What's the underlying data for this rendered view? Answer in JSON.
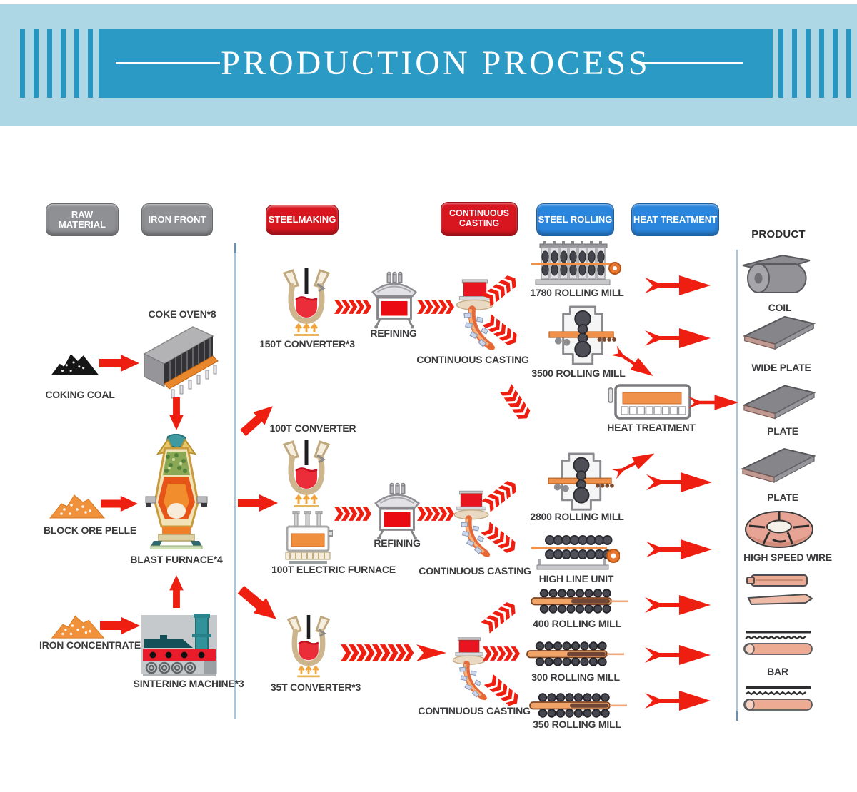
{
  "header": {
    "title": "PRODUCTION PROCESS"
  },
  "stages": [
    {
      "label": "RAW MATERIAL",
      "color": "#8f9094"
    },
    {
      "label": "IRON FRONT",
      "color": "#8f9094"
    },
    {
      "label": "STEELMAKING",
      "color": "#d8161f"
    },
    {
      "label": "CONTINUOUS CASTING",
      "color": "#d8161f"
    },
    {
      "label": "STEEL ROLLING",
      "color": "#2a85dd"
    },
    {
      "label": "HEAT TREATMENT",
      "color": "#2a85dd"
    }
  ],
  "product_column": {
    "header": "PRODUCT",
    "items": [
      "COIL",
      "WIDE PLATE",
      "PLATE",
      "PLATE",
      "HIGH SPEED WIRE",
      "BAR"
    ]
  },
  "nodes": {
    "coke_oven": "COKE OVEN*8",
    "coking_coal": "COKING COAL",
    "block_ore_pelle": "BLOCK ORE PELLE",
    "blast_furnace": "BLAST FURNACE*4",
    "iron_concentrate": "IRON CONCENTRATE",
    "sintering_machine": "SINTERING MACHINE*3",
    "converter_150t": "150T CONVERTER*3",
    "refining_top": "REFINING",
    "continuous_casting_top": "CONTINUOUS CASTING",
    "converter_100t": "100T CONVERTER",
    "electric_furnace_100t": "100T ELECTRIC FURNACE",
    "refining_mid": "REFINING",
    "continuous_casting_mid": "CONTINUOUS CASTING",
    "converter_35t": "35T CONVERTER*3",
    "continuous_casting_bottom": "CONTINUOUS CASTING",
    "rolling_mill_1780": "1780 ROLLING MILL",
    "rolling_mill_3500": "3500 ROLLING MILL",
    "heat_treatment": "HEAT TREATMENT",
    "rolling_mill_2800": "2800 ROLLING MILL",
    "high_line_unit": "HIGH LINE UNIT",
    "rolling_mill_400": "400 ROLLING MILL",
    "rolling_mill_300": "300 ROLLING MILL",
    "rolling_mill_350": "350 ROLLING MILL"
  },
  "colors": {
    "header_band": "#2b9ac4",
    "header_light": "#aed7e6",
    "arrow_red": "#ee1f10",
    "stage_gray": "#8f9094",
    "stage_red": "#d8161f",
    "stage_blue": "#2a85dd",
    "divider": "#a9c6da",
    "accent_orange": "#ef914a"
  },
  "icons": [
    "coal-pile",
    "ore-pile",
    "coke-oven",
    "blast-furnace",
    "sintering-machine",
    "converter",
    "refining-unit",
    "continuous-caster",
    "rolling-mill-horizontal",
    "rolling-mill-stand",
    "heat-treatment-furnace",
    "wire-rod-mill",
    "coil",
    "plate",
    "wire-coil",
    "section-profiles",
    "round-bar",
    "arrow-right",
    "chevron-arrow"
  ]
}
